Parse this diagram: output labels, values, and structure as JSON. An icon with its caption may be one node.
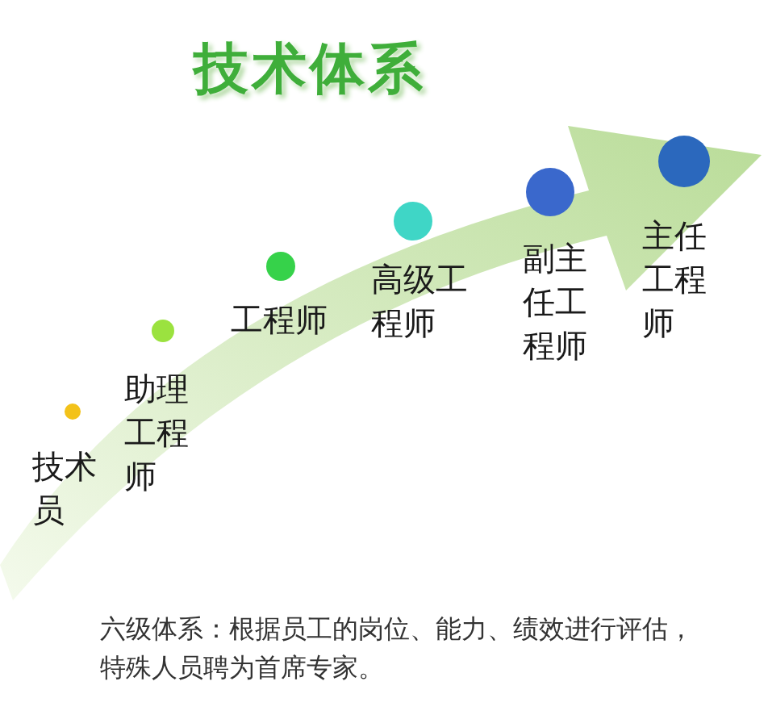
{
  "diagram": {
    "title": "技术体系",
    "nodes": [
      {
        "text": [],
        "shape": "circle",
        "beside": [
          "技术员"
        ]
      },
      {
        "text": [],
        "shape": "circle",
        "beside": [
          "助理工程师"
        ]
      },
      {
        "text": [],
        "shape": "circle",
        "beside": [
          "工程师"
        ]
      },
      {
        "text": [],
        "shape": "circle",
        "beside": [
          "高级工程师"
        ]
      },
      {
        "text": [],
        "shape": "circle",
        "beside": [
          "副主任工程师"
        ]
      },
      {
        "text": [],
        "shape": "circle",
        "beside": [
          "主任工程师"
        ]
      }
    ],
    "edges": [],
    "caption": "六级体系：根据员工的岗位、能力、绩效进行评估，特殊人员聘为首席专家。"
  }
}
